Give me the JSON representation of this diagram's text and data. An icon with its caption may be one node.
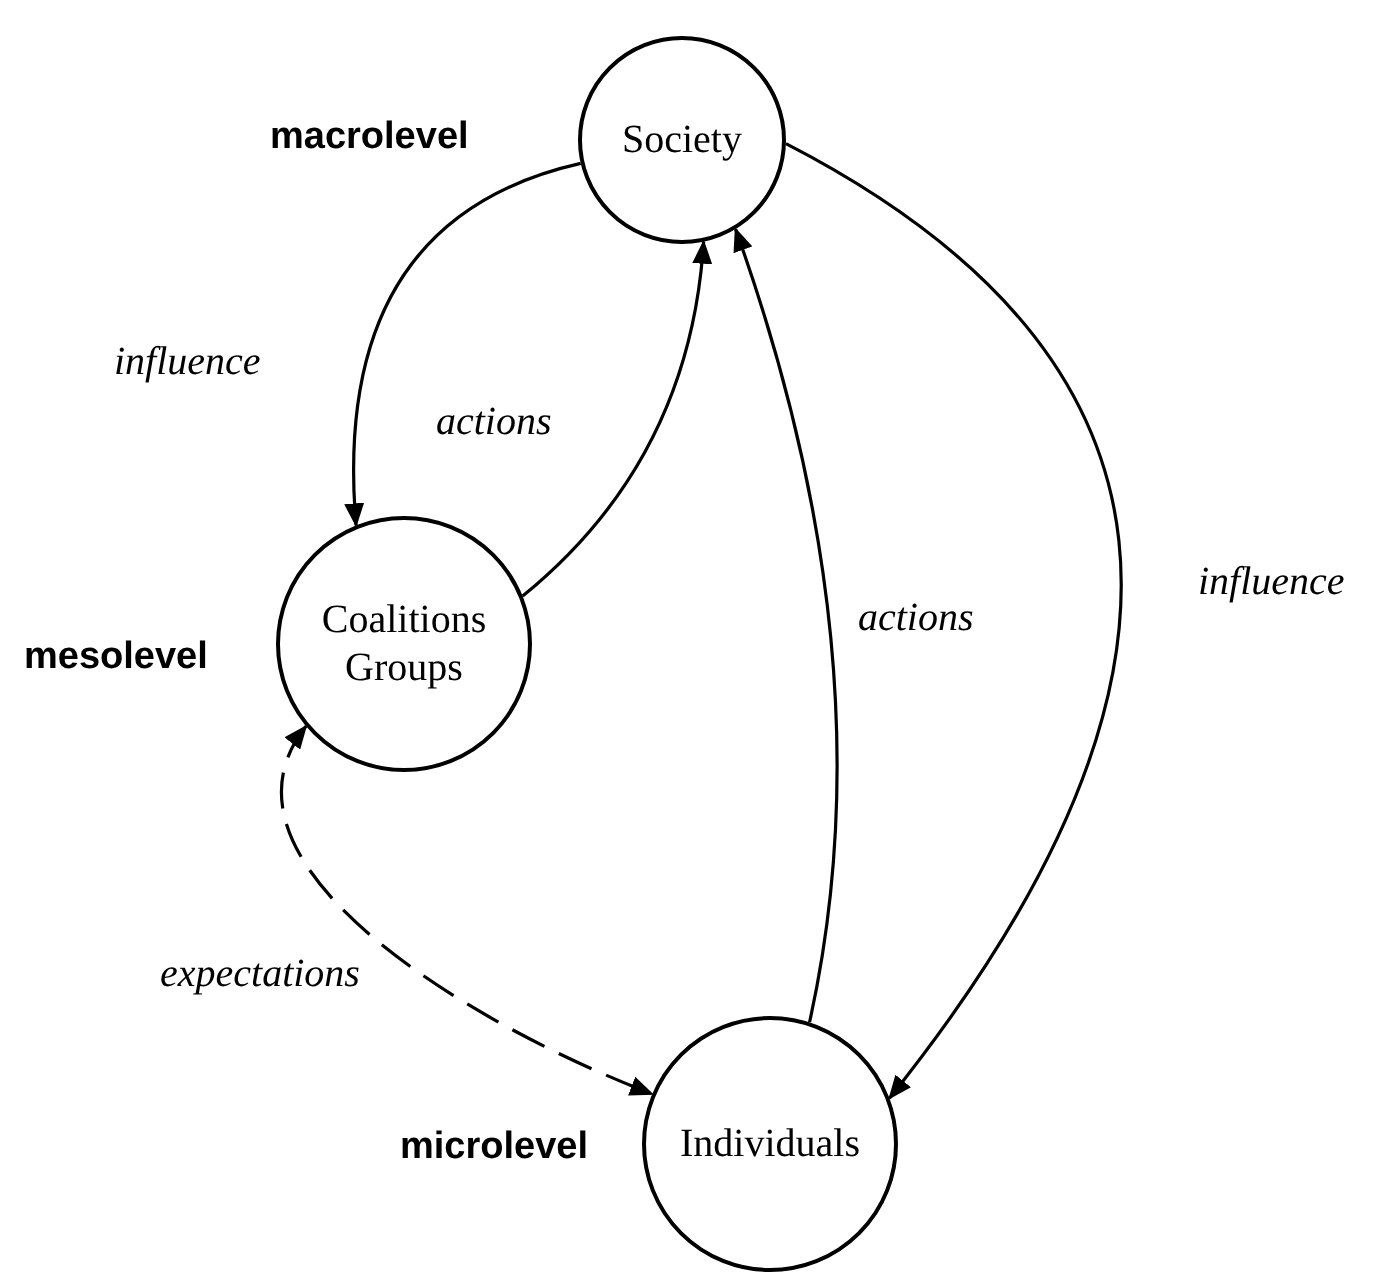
{
  "diagram": {
    "nodes": [
      {
        "text": [
          "Society"
        ],
        "beside": [
          "macrolevel"
        ]
      },
      {
        "text": [
          "Coalitions Groups"
        ],
        "beside": [
          "mesolevel"
        ]
      },
      {
        "text": [
          "Individuals"
        ],
        "beside": [
          "microlevel"
        ]
      }
    ],
    "edges": [
      {
        "from": 0,
        "to": 1,
        "arrow": "to",
        "label": "influence"
      },
      {
        "from": 1,
        "to": 0,
        "arrow": "to",
        "label": "actions"
      },
      {
        "from": 2,
        "to": 0,
        "arrow": "to",
        "label": "actions"
      },
      {
        "from": 0,
        "to": 2,
        "arrow": "to",
        "label": "influence"
      },
      {
        "from": 1,
        "to": 2,
        "arrow": "both",
        "label": "expectations",
        "style": "dashed"
      }
    ]
  }
}
